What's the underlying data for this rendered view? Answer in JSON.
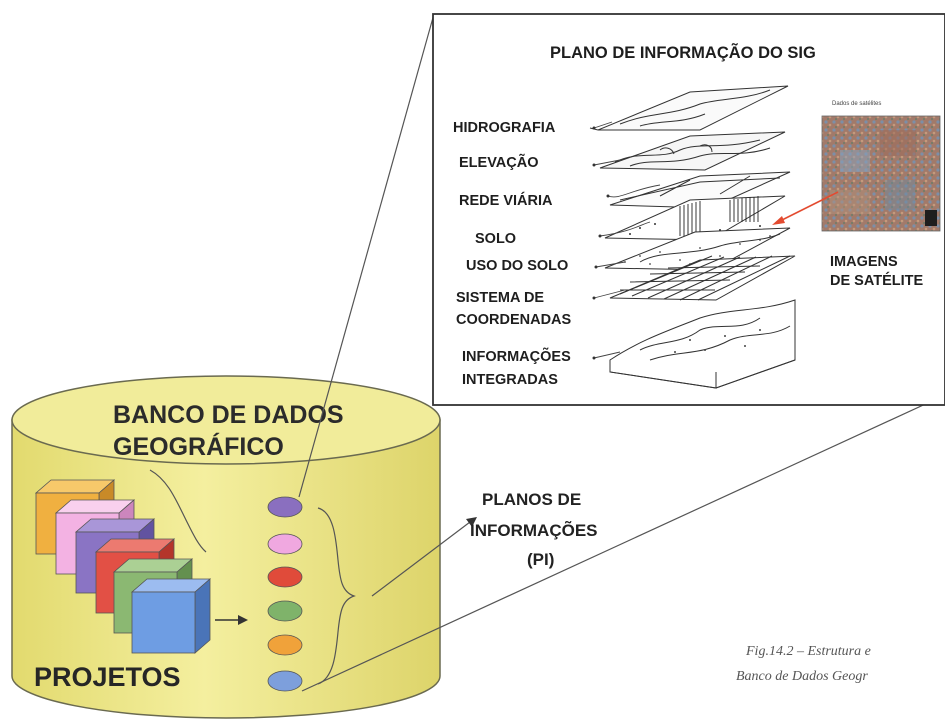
{
  "database": {
    "title_line1": "BANCO DE DADOS",
    "title_line2": "GEOGRÁFICO",
    "projects_label": "PROJETOS"
  },
  "planes": {
    "label_line1": "PLANOS DE",
    "label_line2": "INFORMAÇÕES",
    "label_line3": "(PI)",
    "ellipse_colors": [
      "#8a6fbf",
      "#f0a8e0",
      "#e04b3a",
      "#7fb36a",
      "#f0a23a",
      "#7d9fdc"
    ]
  },
  "cube_colors": [
    "#f0b040",
    "#f3b2e3",
    "#8a74c4",
    "#e25045",
    "#8bb872",
    "#6e9de3"
  ],
  "panel": {
    "title": "PLANO DE INFORMAÇÃO DO SIG",
    "layers": [
      {
        "line1": "HIDROGRAFIA",
        "line2": ""
      },
      {
        "line1": "ELEVAÇÃO",
        "line2": ""
      },
      {
        "line1": "REDE VIÁRIA",
        "line2": ""
      },
      {
        "line1": "SOLO",
        "line2": ""
      },
      {
        "line1": "USO DO SOLO",
        "line2": ""
      },
      {
        "line1": "SISTEMA DE",
        "line2": "COORDENADAS"
      },
      {
        "line1": "INFORMAÇÕES",
        "line2": "INTEGRADAS"
      }
    ],
    "satellite": {
      "small_caption": "Dados de satélites",
      "label_line1": "IMAGENS",
      "label_line2": "DE SATÉLITE"
    }
  },
  "caption": {
    "line1": "Fig.14.2 – Estrutura e",
    "line2": "Banco de Dados Geogr"
  },
  "colors": {
    "cylinder_fill": "#efe98c",
    "cylinder_top": "#f1ec9a",
    "cylinder_stroke": "#6a6a50",
    "satellite_arrow": "#e34b30"
  }
}
